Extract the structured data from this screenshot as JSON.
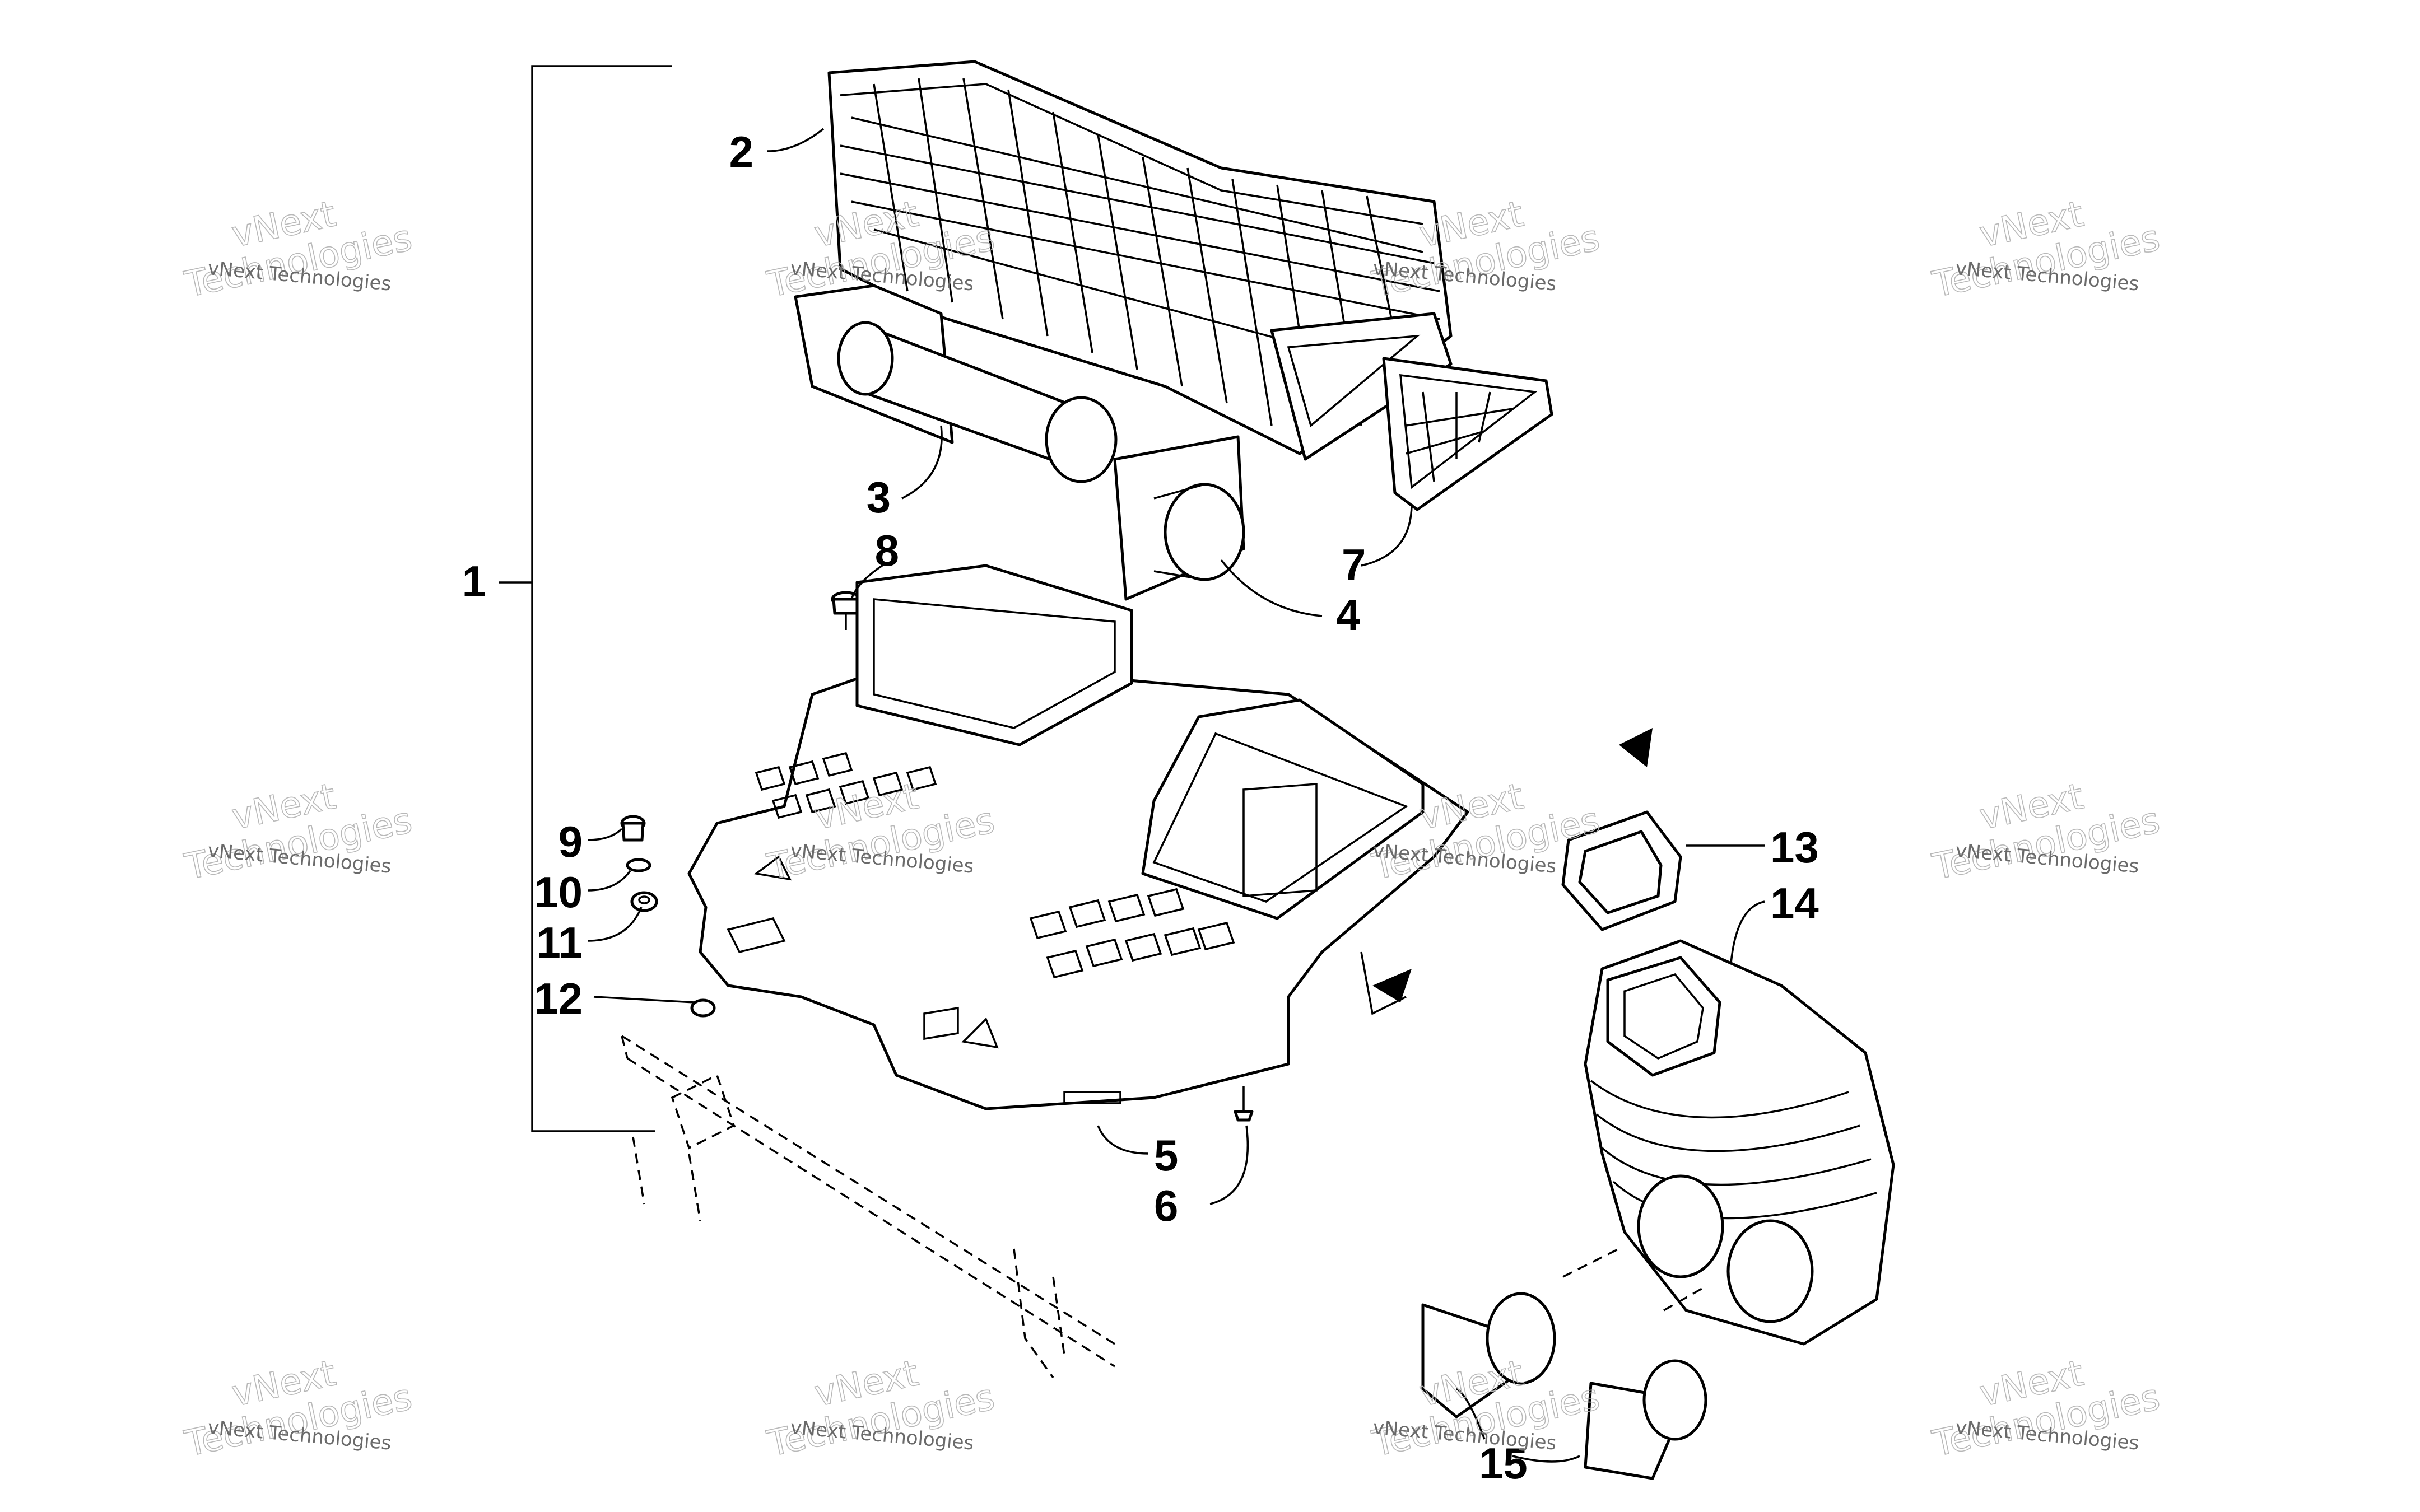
{
  "callouts": {
    "c1": "1",
    "c2": "2",
    "c3": "3",
    "c4": "4",
    "c5": "5",
    "c6": "6",
    "c7": "7",
    "c8": "8",
    "c9": "9",
    "c10": "10",
    "c11": "11",
    "c12": "12",
    "c13": "13",
    "c14": "14",
    "c15": "15"
  },
  "watermark": {
    "small": "vNext Technologies",
    "big_line1": "vNext",
    "big_line2": "Technologies"
  }
}
